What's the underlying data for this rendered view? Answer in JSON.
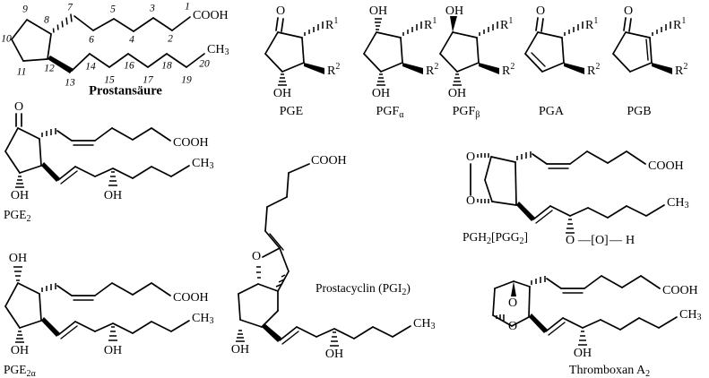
{
  "figure": {
    "title": "Prostaglandin structures",
    "background": "#ffffff",
    "ink": "#000000"
  },
  "structures": {
    "prostanoic_acid": {
      "caption": "Prostansäure",
      "cooh": "COOH",
      "ch3": "CH",
      "ch3_sub": "3",
      "numbers": [
        "1",
        "2",
        "3",
        "4",
        "5",
        "6",
        "7",
        "8",
        "9",
        "10",
        "11",
        "12",
        "13",
        "14",
        "15",
        "16",
        "17",
        "18",
        "19",
        "20"
      ]
    },
    "pge": {
      "caption": "PGE",
      "top_label": "O",
      "bottom_label": "OH",
      "r1": "R",
      "r1_sup": "1",
      "r2": "R",
      "r2_sup": "2"
    },
    "pgf_alpha": {
      "caption": "PGF",
      "caption_sub": "α",
      "top_label": "OH",
      "bottom_label": "OH",
      "r1": "R",
      "r1_sup": "1",
      "r2": "R",
      "r2_sup": "2"
    },
    "pgf_beta": {
      "caption": "PGF",
      "caption_sub": "β",
      "top_label": "OH",
      "bottom_label": "OH",
      "r1": "R",
      "r1_sup": "1",
      "r2": "R",
      "r2_sup": "2"
    },
    "pga": {
      "caption": "PGA",
      "top_label": "O",
      "r1": "R",
      "r1_sup": "1",
      "r2": "R",
      "r2_sup": "2"
    },
    "pgb": {
      "caption": "PGB",
      "top_label": "O",
      "r1": "R",
      "r1_sup": "1",
      "r2": "R",
      "r2_sup": "2"
    },
    "pge2": {
      "caption": "PGE",
      "caption_sub": "2",
      "ketone": "O",
      "ring_oh": "OH",
      "chain_oh": "OH",
      "cooh": "COOH",
      "ch3": "CH",
      "ch3_sub": "3"
    },
    "pge2alpha": {
      "caption": "PGE",
      "caption_sub": "2α",
      "top_oh": "OH",
      "bottom_oh": "OH",
      "chain_oh": "OH",
      "cooh": "COOH",
      "ch3": "CH",
      "ch3_sub": "3"
    },
    "prostacyclin": {
      "caption": "Prostacyclin (PGI",
      "caption_sub": "2",
      "caption_end": ")",
      "ring_o": "O",
      "ring_oh": "OH",
      "chain_oh": "OH",
      "cooh": "COOH",
      "ch3": "CH",
      "ch3_sub": "3"
    },
    "pgh2": {
      "caption": "PGH",
      "caption_sub": "2",
      "caption_mid": "[PGG",
      "caption_sub2": "2",
      "caption_end": "]",
      "o_top": "O",
      "o_bottom": "O",
      "cooh": "COOH",
      "ch3": "CH",
      "ch3_sub": "3",
      "peroxide_o1": "O",
      "peroxide_dash1": "—",
      "peroxide_o2": "[O]",
      "peroxide_dash2": "—",
      "peroxide_h": "H"
    },
    "thromboxane_a2": {
      "caption": "Thromboxan A",
      "caption_sub": "2",
      "o_bridge": "O",
      "o_ring": "O",
      "chain_oh": "OH",
      "cooh": "COOH",
      "ch3": "CH",
      "ch3_sub": "3"
    }
  }
}
